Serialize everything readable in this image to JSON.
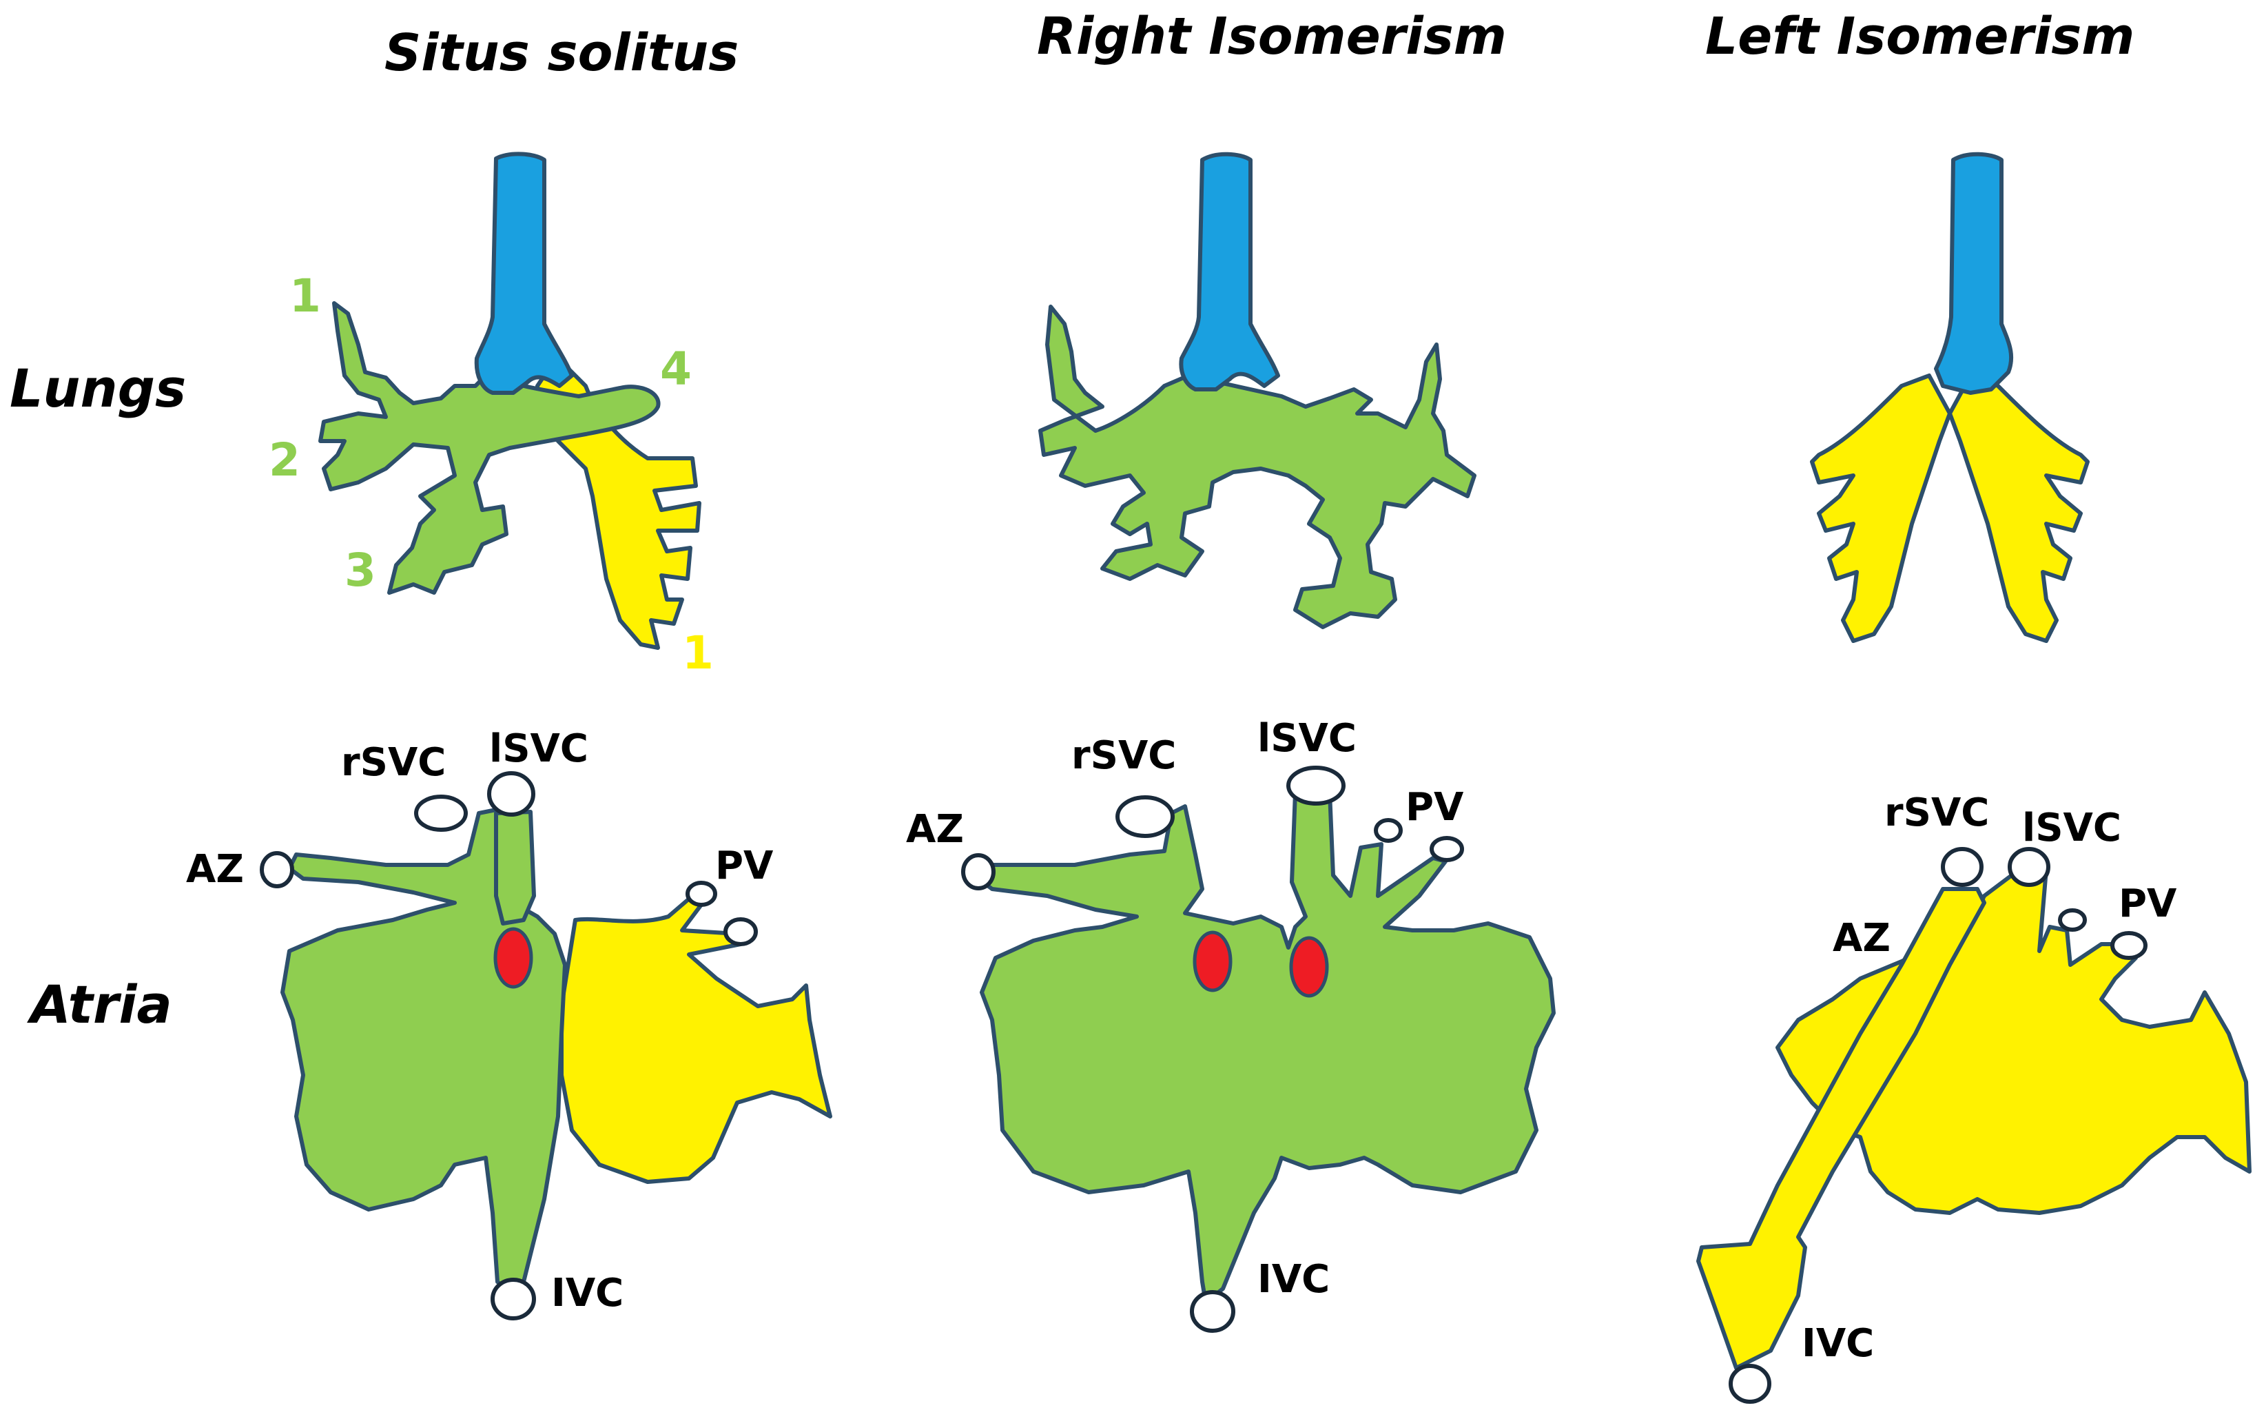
{
  "colors": {
    "trachea_blue": "#1aa0e0",
    "right_green": "#8fce50",
    "left_yellow": "#fff200",
    "foramen_red": "#ee1c24",
    "outline": "#2d4f6b",
    "number_green": "#8fce50",
    "number_yellow": "#fff200"
  },
  "columns": {
    "situs": "Situs solitus",
    "right": "Right Isomerism",
    "left": "Left Isomerism"
  },
  "rows": {
    "lungs": "Lungs",
    "atria": "Atria"
  },
  "lobe_numbers": {
    "green_1": "1",
    "green_2": "2",
    "green_3": "3",
    "green_4": "4",
    "yellow_1": "1"
  },
  "vessels": {
    "rsvc": "rSVC",
    "lsvc": "lSVC",
    "az": "AZ",
    "pv": "PV",
    "ivc": "IVC"
  }
}
